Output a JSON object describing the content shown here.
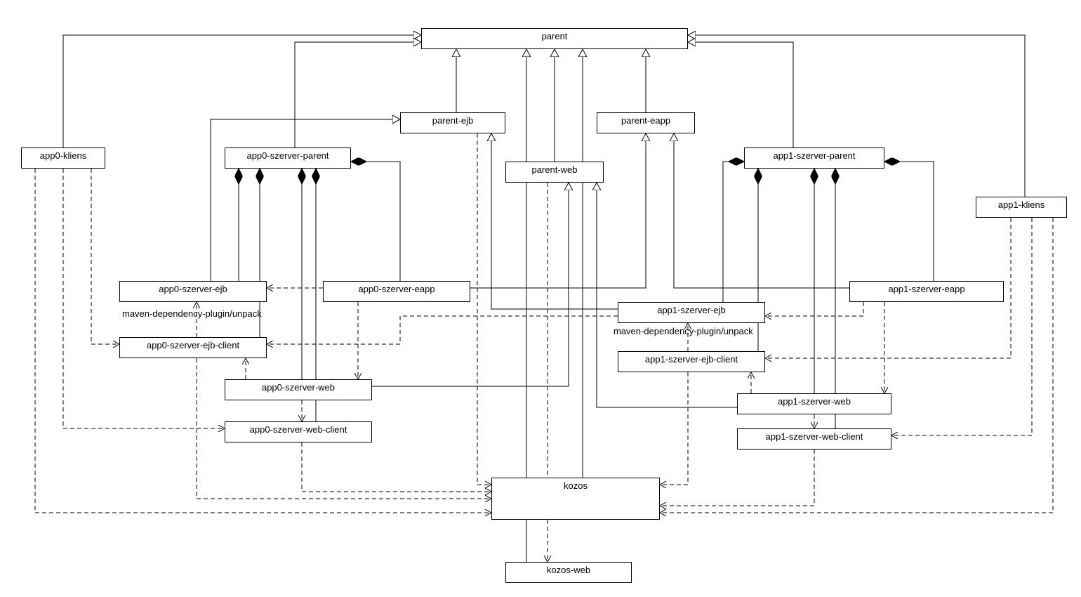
{
  "nodes": {
    "parent": "parent",
    "parent_ejb": "parent-ejb",
    "parent_eapp": "parent-eapp",
    "parent_web": "parent-web",
    "app0_kliens": "app0-kliens",
    "app0_szerver_parent": "app0-szerver-parent",
    "app1_szerver_parent": "app1-szerver-parent",
    "app1_kliens": "app1-kliens",
    "app0_szerver_ejb": "app0-szerver-ejb",
    "app0_szerver_eapp": "app0-szerver-eapp",
    "app1_szerver_ejb": "app1-szerver-ejb",
    "app1_szerver_eapp": "app1-szerver-eapp",
    "app0_szerver_ejb_client": "app0-szerver-ejb-client",
    "app1_szerver_ejb_client": "app1-szerver-ejb-client",
    "app0_szerver_web": "app0-szerver-web",
    "app1_szerver_web": "app1-szerver-web",
    "app0_szerver_web_client": "app0-szerver-web-client",
    "app1_szerver_web_client": "app1-szerver-web-client",
    "kozos": "kozos",
    "kozos_web": "kozos-web"
  },
  "notes": {
    "app0_unpack": "maven-dependency-plugin/unpack",
    "app1_unpack": "maven-dependency-plugin/unpack"
  }
}
